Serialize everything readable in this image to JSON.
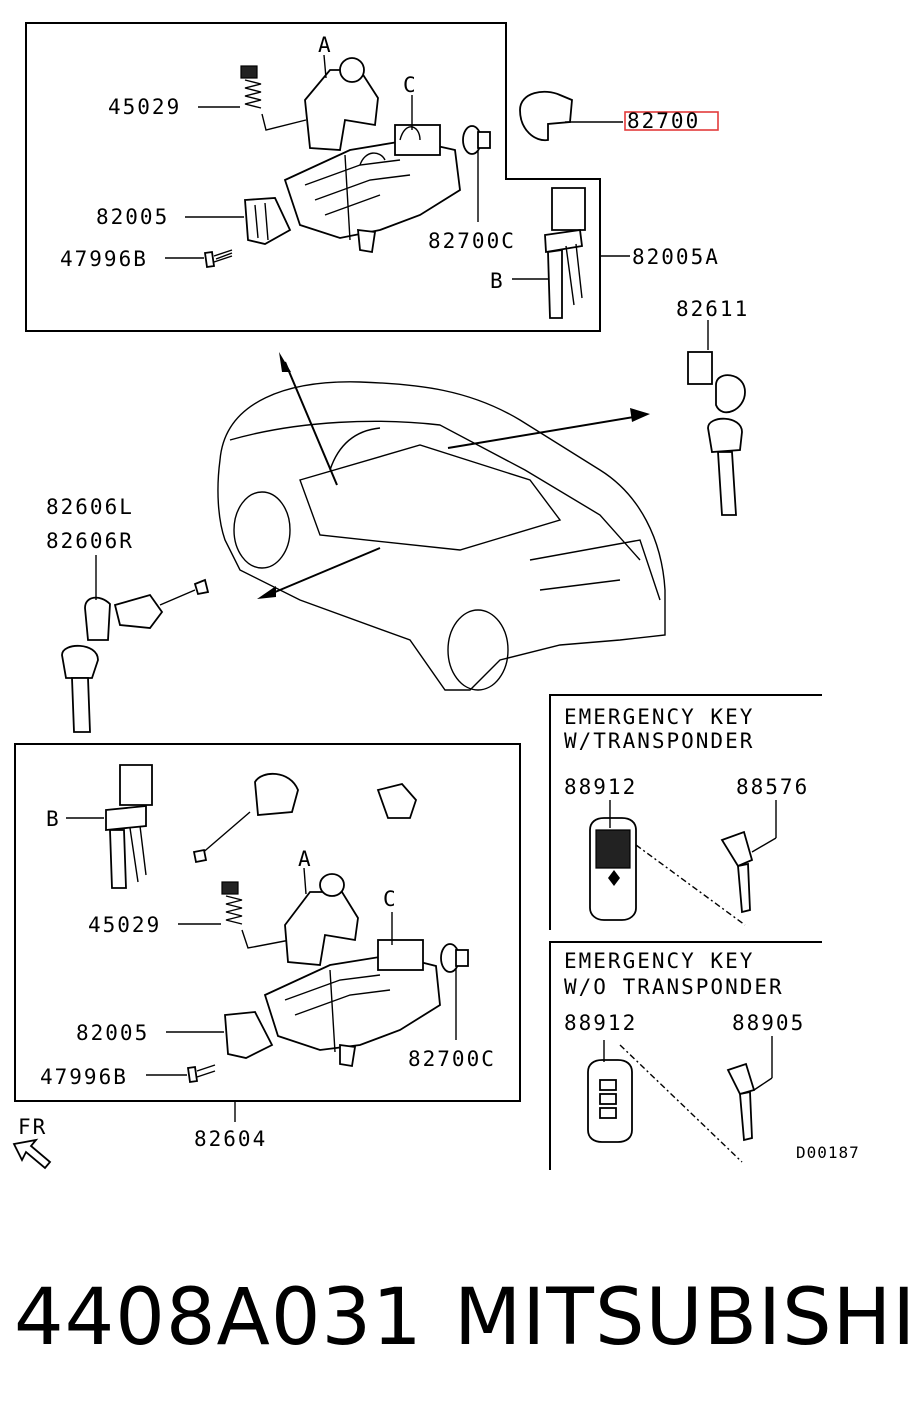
{
  "labels": {
    "l45029_top": "45029",
    "lA_top": "A",
    "lC_top": "C",
    "l82005_top": "82005",
    "l47996B_top": "47996B",
    "l82700C_top": "82700C",
    "l82700": "82700",
    "l82005A": "82005A",
    "lB_top": "B",
    "l82611": "82611",
    "l82606L": "82606L",
    "l82606R": "82606R",
    "lB_bot": "B",
    "lA_bot": "A",
    "lC_bot": "C",
    "l45029_bot": "45029",
    "l82005_bot": "82005",
    "l47996B_bot": "47996B",
    "l82700C_bot": "82700C",
    "l82604": "82604",
    "lFR": "FR",
    "l88912_a": "88912",
    "l88576": "88576",
    "l88912_b": "88912",
    "l88905": "88905",
    "code": "D00187"
  },
  "emergency_key": {
    "with_line1": "EMERGENCY KEY",
    "with_line2": "W/TRANSPONDER",
    "without_line1": "EMERGENCY KEY",
    "without_line2": "W/O TRANSPONDER"
  },
  "highlight_color": "#e23b3b",
  "footer": {
    "part_number": "4408A031",
    "brand": "MITSUBISHI"
  }
}
